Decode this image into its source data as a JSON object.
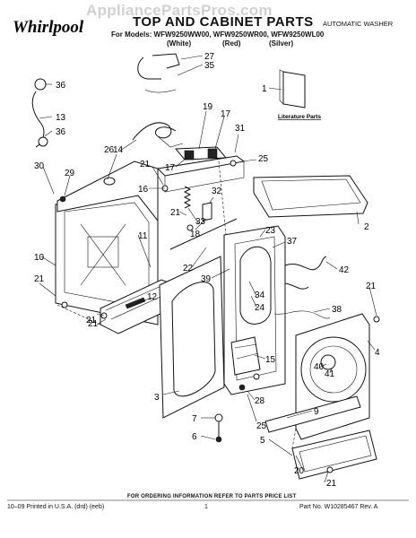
{
  "watermark": "AppliancePartsPros.com",
  "brand": "Whirlpool",
  "title": "TOP AND CABINET PARTS",
  "product_type": "AUTOMATIC WASHER",
  "models_line": "For Models: WFW9250WW00, WFW9250WR00, WFW9250WL00",
  "colors": [
    "(White)",
    "(Red)",
    "(Silver)"
  ],
  "literature_label": "Literature Parts",
  "callouts": [
    "27",
    "35",
    "36",
    "1",
    "13",
    "36",
    "19",
    "17",
    "31",
    "14",
    "26",
    "25",
    "30",
    "29",
    "21",
    "17",
    "16",
    "32",
    "2",
    "21",
    "33",
    "18",
    "11",
    "23",
    "37",
    "10",
    "22",
    "42",
    "39",
    "12",
    "21",
    "34",
    "21",
    "24",
    "38",
    "21",
    "21",
    "4",
    "15",
    "40",
    "41",
    "3",
    "28",
    "9",
    "7",
    "25",
    "6",
    "5",
    "20",
    "21"
  ],
  "footer": {
    "order_info": "FOR ORDERING INFORMATION REFER TO PARTS PRICE LIST",
    "printed": "10–09 Printed in U.S.A. (drd) (eeb)",
    "page": "1",
    "part_no": "Part No. W10285467 Rev. A"
  }
}
